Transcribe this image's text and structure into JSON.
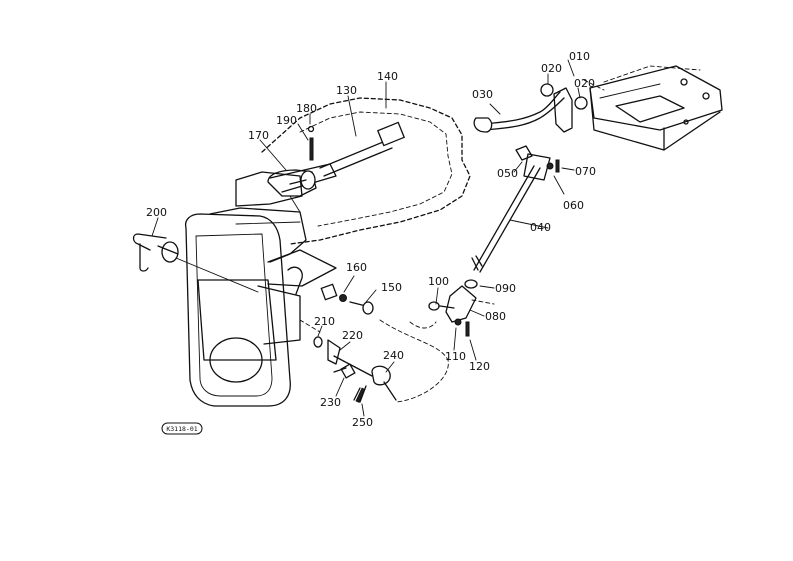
{
  "reference_code": "K3118-01",
  "callouts": [
    {
      "id": "010",
      "label": "010"
    },
    {
      "id": "020a",
      "label": "020"
    },
    {
      "id": "020b",
      "label": "020"
    },
    {
      "id": "030",
      "label": "030"
    },
    {
      "id": "040",
      "label": "040"
    },
    {
      "id": "050",
      "label": "050"
    },
    {
      "id": "060",
      "label": "060"
    },
    {
      "id": "070",
      "label": "070"
    },
    {
      "id": "080",
      "label": "080"
    },
    {
      "id": "090",
      "label": "090"
    },
    {
      "id": "100",
      "label": "100"
    },
    {
      "id": "110",
      "label": "110"
    },
    {
      "id": "120",
      "label": "120"
    },
    {
      "id": "130",
      "label": "130"
    },
    {
      "id": "140",
      "label": "140"
    },
    {
      "id": "150",
      "label": "150"
    },
    {
      "id": "160",
      "label": "160"
    },
    {
      "id": "170",
      "label": "170"
    },
    {
      "id": "180",
      "label": "180"
    },
    {
      "id": "190",
      "label": "190"
    },
    {
      "id": "200",
      "label": "200"
    },
    {
      "id": "210",
      "label": "210"
    },
    {
      "id": "220",
      "label": "220"
    },
    {
      "id": "230",
      "label": "230"
    },
    {
      "id": "240",
      "label": "240"
    },
    {
      "id": "250",
      "label": "250"
    }
  ]
}
